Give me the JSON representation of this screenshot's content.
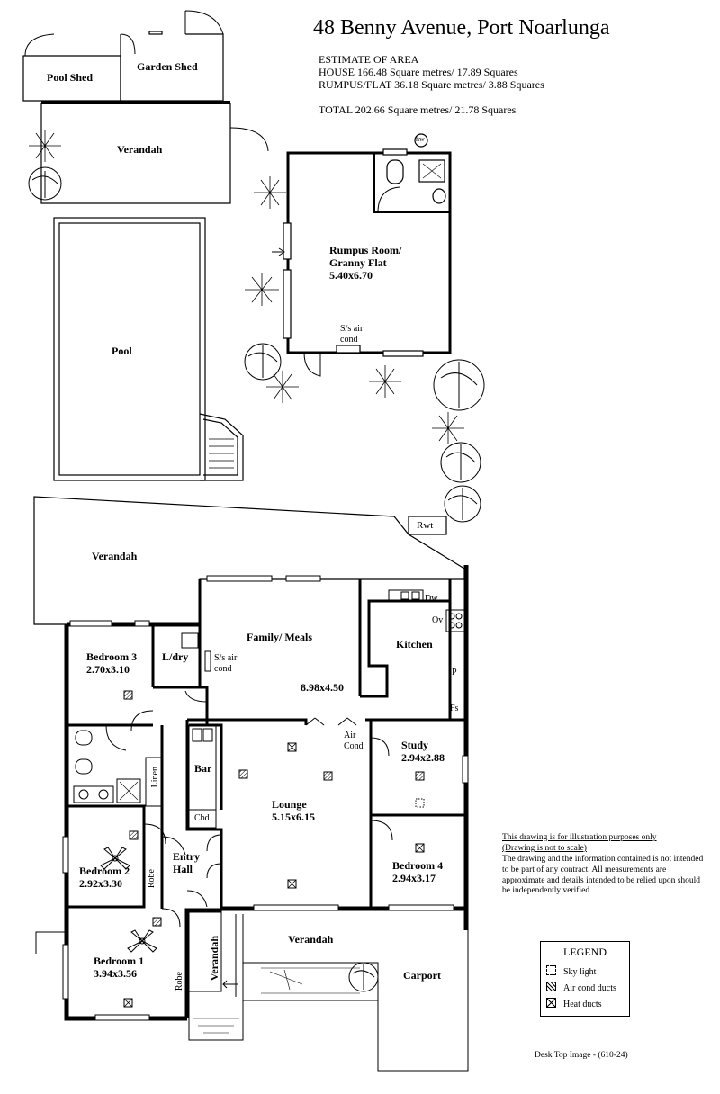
{
  "header": {
    "address": "48 Benny Avenue,  Port Noarlunga",
    "estimate_heading": "ESTIMATE OF AREA",
    "house_area": "HOUSE  166.48 Square metres/ 17.89 Squares",
    "flat_area": "RUMPUS/FLAT  36.18 Square metres/ 3.88 Squares",
    "total_area": "TOTAL  202.66 Square metres/ 21.78 Squares"
  },
  "outbuildings": {
    "pool_shed": "Pool Shed",
    "garden_shed": "Garden Shed",
    "verandah": "Verandah",
    "pool": "Pool",
    "hw": "hw",
    "rwt": "Rwt"
  },
  "rumpus": {
    "name_line1": "Rumpus Room/",
    "name_line2": "Granny Flat",
    "dims": "5.40x6.70",
    "ac_line1": "S/s air",
    "ac_line2": "cond"
  },
  "house": {
    "verandah_rear": "Verandah",
    "bedroom3": "Bedroom 3",
    "bedroom3_dims": "2.70x3.10",
    "laundry": "L/dry",
    "family": "Family/ Meals",
    "family_dims": "8.98x4.50",
    "ss_ac_line1": "S/s air",
    "ss_ac_line2": "cond",
    "kitchen": "Kitchen",
    "dw": "Dw",
    "ov": "Ov",
    "p": "P",
    "fs": "Fs",
    "air_cond_line1": "Air",
    "air_cond_line2": "Cond",
    "study": "Study",
    "study_dims": "2.94x2.88",
    "bar": "Bar",
    "cbd": "Cbd",
    "linen": "Linen",
    "lounge": "Lounge",
    "lounge_dims": "5.15x6.15",
    "bedroom2": "Bedroom 2",
    "bedroom2_dims": "2.92x3.30",
    "robe": "Robe",
    "entry_line1": "Entry",
    "entry_line2": "Hall",
    "bedroom4": "Bedroom 4",
    "bedroom4_dims": "2.94x3.17",
    "verandah_front": "Verandah",
    "verandah_side": "Verandah",
    "bedroom1": "Bedroom 1",
    "bedroom1_dims": "3.94x3.56",
    "robe2": "Robe",
    "carport": "Carport"
  },
  "disclaimer": {
    "line1": "This drawing is for illustration purposes only",
    "line2": "(Drawing is not to scale)",
    "body": "The drawing and the information contained is not intended to be part of any contract.  All measurements are approximate and details intended to be relied upon should be independently verified."
  },
  "legend": {
    "title": "LEGEND",
    "sky_light": "Sky light",
    "air_cond_ducts": "Air cond ducts",
    "heat_ducts": "Heat ducts"
  },
  "credit": "Desk Top Image  -  (610-24)"
}
